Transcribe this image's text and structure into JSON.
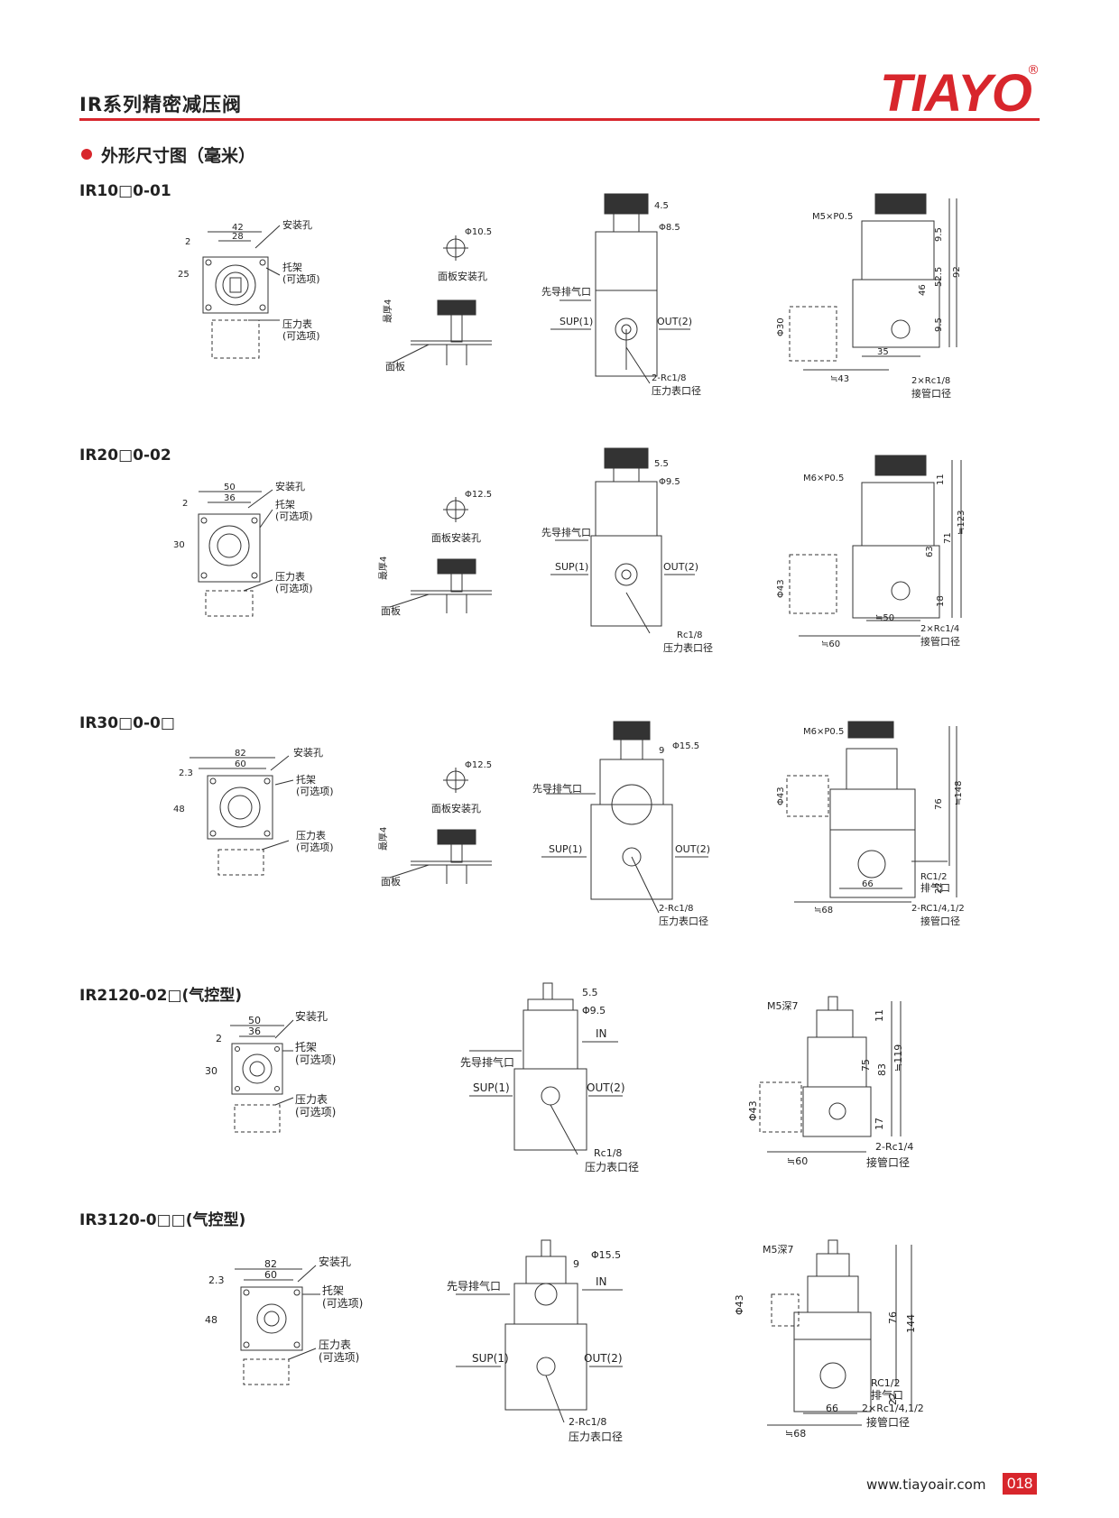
{
  "header": {
    "title": "IR系列精密减压阀",
    "brand": "TIAYO",
    "reg": "®"
  },
  "section": {
    "title": "外形尺寸图（毫米）"
  },
  "footer": {
    "url": "www.tiayoair.com",
    "page": "018"
  },
  "models": [
    {
      "name": "IR10□0-01",
      "front": {
        "w_outer": "42",
        "w_inner": "28",
        "h": "25",
        "top": "2"
      },
      "panel": {
        "hole": "Φ10.5",
        "thick": "最厚4"
      },
      "side": {
        "d1": "4.5",
        "d2": "Φ8.5",
        "gauge": "2-Rc1/8"
      },
      "right": {
        "thread": "M5×P0.5",
        "dims": [
          "9.5",
          "52.5",
          "92",
          "46",
          "9.5"
        ],
        "dia": "Φ30",
        "w1": "35",
        "w2": "≒43",
        "port": "2×Rc1/8"
      }
    },
    {
      "name": "IR20□0-02",
      "front": {
        "w_outer": "50",
        "w_inner": "36",
        "h": "30",
        "top": "2"
      },
      "panel": {
        "hole": "Φ12.5",
        "thick": "最厚4"
      },
      "side": {
        "d1": "5.5",
        "d2": "Φ9.5",
        "gauge": "Rc1/8"
      },
      "right": {
        "thread": "M6×P0.5",
        "dims": [
          "11",
          "71",
          "≒123",
          "63",
          "18"
        ],
        "dia": "Φ43",
        "w1": "≒50",
        "w2": "≒60",
        "port": "2×Rc1/4"
      }
    },
    {
      "name": "IR30□0-0□",
      "front": {
        "w_outer": "82",
        "w_inner": "60",
        "h": "48",
        "top": "2.3"
      },
      "panel": {
        "hole": "Φ12.5",
        "thick": "最厚4"
      },
      "side": {
        "d1": "9",
        "d2": "Φ15.5",
        "gauge": "2-Rc1/8"
      },
      "right": {
        "thread": "M6×P0.5",
        "dims": [
          "≒148",
          "76",
          "22"
        ],
        "dia": "Φ43",
        "w1": "66",
        "w2": "≒68",
        "exhaust": "RC1/2",
        "exhaust_label": "排气口",
        "port": "2-RC1/4,1/2"
      }
    },
    {
      "name": "IR2120-02□(气控型)",
      "front": {
        "w_outer": "50",
        "w_inner": "36",
        "h": "30",
        "top": "2"
      },
      "side": {
        "d1": "5.5",
        "d2": "Φ9.5",
        "gauge": "Rc1/8",
        "in": "IN"
      },
      "right": {
        "thread": "M5深7",
        "dims": [
          "11",
          "83",
          "≒119",
          "75",
          "17"
        ],
        "dia": "Φ43",
        "w2": "≒60",
        "port": "2-Rc1/4"
      }
    },
    {
      "name": "IR3120-0□□(气控型)",
      "front": {
        "w_outer": "82",
        "w_inner": "60",
        "h": "48",
        "top": "2.3"
      },
      "side": {
        "d1": "9",
        "d2": "Φ15.5",
        "gauge": "2-Rc1/8",
        "in": "IN"
      },
      "right": {
        "thread": "M5深7",
        "dims": [
          "144",
          "76",
          "22"
        ],
        "dia": "Φ43",
        "w1": "66",
        "w2": "≒68",
        "exhaust": "RC1/2",
        "exhaust_label": "排气口",
        "port": "2×Rc1/4,1/2"
      }
    }
  ],
  "labels": {
    "mount_hole": "安装孔",
    "bracket": "托架",
    "optional": "(可选项)",
    "gauge": "压力表",
    "panel_hole": "面板安装孔",
    "panel": "面板",
    "pilot_exhaust": "先导排气口",
    "sup": "SUP(1)",
    "out": "OUT(2)",
    "gauge_port": "压力表口径",
    "pipe_port": "接管口径"
  }
}
